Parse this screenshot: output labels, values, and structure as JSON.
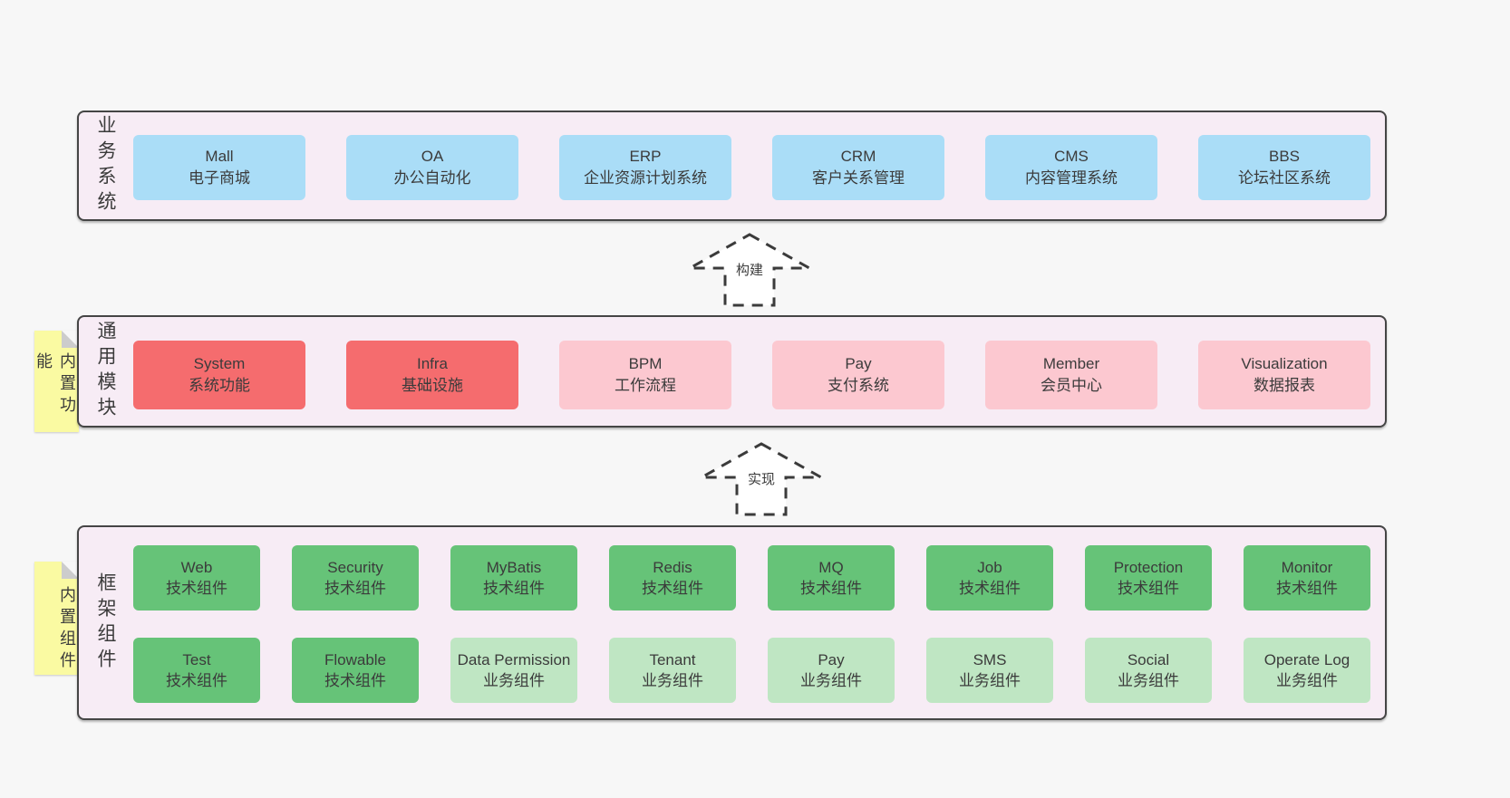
{
  "palette": {
    "page_bg": "#f7f7f7",
    "layer_bg": "#f7ecf5",
    "layer_border": "#454545",
    "blue_box": "#aaddf7",
    "red_box": "#f56c6e",
    "pink_box": "#fcc8d0",
    "green_box": "#66c378",
    "light_green_box": "#bfe6c3",
    "sticky_yellow": "#fafaa2",
    "text": "#3b3b3b"
  },
  "layers": [
    {
      "id": "business-systems",
      "label": "业务系统",
      "boxes": [
        {
          "name": "Mall",
          "sub": "电子商城"
        },
        {
          "name": "OA",
          "sub": "办公自动化"
        },
        {
          "name": "ERP",
          "sub": "企业资源计划系统"
        },
        {
          "name": "CRM",
          "sub": "客户关系管理"
        },
        {
          "name": "CMS",
          "sub": "内容管理系统"
        },
        {
          "name": "BBS",
          "sub": "论坛社区系统"
        }
      ]
    },
    {
      "id": "common-modules",
      "label": "通用模块",
      "note": "内置功能",
      "boxes": [
        {
          "name": "System",
          "sub": "系统功能",
          "variant": "red"
        },
        {
          "name": "Infra",
          "sub": "基础设施",
          "variant": "red"
        },
        {
          "name": "BPM",
          "sub": "工作流程",
          "variant": "pink"
        },
        {
          "name": "Pay",
          "sub": "支付系统",
          "variant": "pink"
        },
        {
          "name": "Member",
          "sub": "会员中心",
          "variant": "pink"
        },
        {
          "name": "Visualization",
          "sub": "数据报表",
          "variant": "pink"
        }
      ]
    },
    {
      "id": "framework-components",
      "label": "框架组件",
      "note": "内置组件",
      "rows": [
        [
          {
            "name": "Web",
            "sub": "技术组件",
            "variant": "green"
          },
          {
            "name": "Security",
            "sub": "技术组件",
            "variant": "green"
          },
          {
            "name": "MyBatis",
            "sub": "技术组件",
            "variant": "green"
          },
          {
            "name": "Redis",
            "sub": "技术组件",
            "variant": "green"
          },
          {
            "name": "MQ",
            "sub": "技术组件",
            "variant": "green"
          },
          {
            "name": "Job",
            "sub": "技术组件",
            "variant": "green"
          },
          {
            "name": "Protection",
            "sub": "技术组件",
            "variant": "green"
          },
          {
            "name": "Monitor",
            "sub": "技术组件",
            "variant": "green"
          }
        ],
        [
          {
            "name": "Test",
            "sub": "技术组件",
            "variant": "green"
          },
          {
            "name": "Flowable",
            "sub": "技术组件",
            "variant": "green"
          },
          {
            "name": "Data Permission",
            "sub": "业务组件",
            "variant": "lightgreen"
          },
          {
            "name": "Tenant",
            "sub": "业务组件",
            "variant": "lightgreen"
          },
          {
            "name": "Pay",
            "sub": "业务组件",
            "variant": "lightgreen"
          },
          {
            "name": "SMS",
            "sub": "业务组件",
            "variant": "lightgreen"
          },
          {
            "name": "Social",
            "sub": "业务组件",
            "variant": "lightgreen"
          },
          {
            "name": "Operate Log",
            "sub": "业务组件",
            "variant": "lightgreen"
          }
        ]
      ]
    }
  ],
  "arrows": [
    {
      "label": "构建"
    },
    {
      "label": "实现"
    }
  ]
}
